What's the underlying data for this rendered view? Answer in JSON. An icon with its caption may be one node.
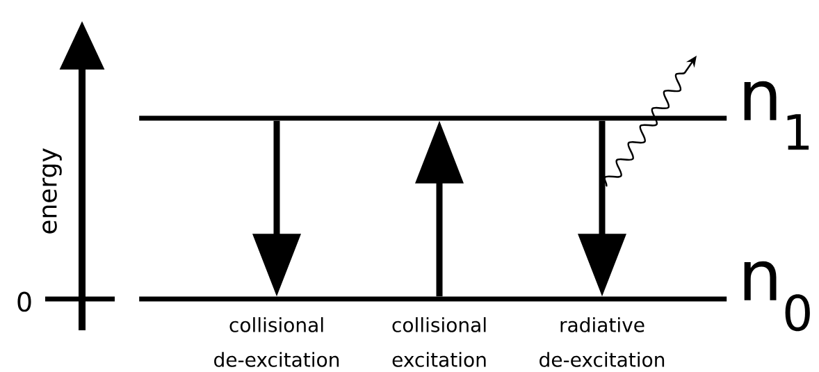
{
  "diagram": {
    "nodes": [
      {
        "text": [
          "n$_{1}$"
        ]
      },
      {
        "text": [
          "n$_{0}$"
        ]
      }
    ],
    "edges": [
      {
        "from": 0,
        "to": 1,
        "arrow": "to"
      },
      {
        "from": 1,
        "to": 0,
        "arrow": "to"
      },
      {
        "from": 0,
        "to": 1,
        "arrow": "to"
      }
    ],
    "labels": [
      "energy",
      "0",
      "collisional de-excitation",
      "collisional excitation",
      "radiative de-excitation"
    ]
  }
}
